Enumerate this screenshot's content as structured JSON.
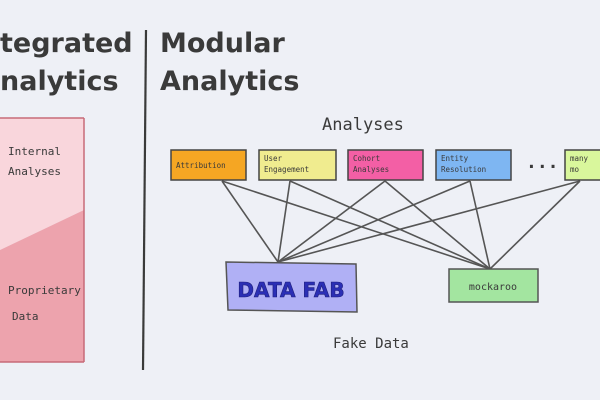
{
  "left_panel": {
    "title_line1": "tegrated",
    "title_line2": "nalytics",
    "upper_label_line1": "Internal",
    "upper_label_line2": "Analyses",
    "lower_label_line1": "Proprietary",
    "lower_label_line2": "Data",
    "colors": {
      "upper": "#f9d6dc",
      "lower": "#eda3ad",
      "border": "#c76b78"
    }
  },
  "right_panel": {
    "title_line1": "Modular",
    "title_line2": "Analytics",
    "analyses_label": "Analyses",
    "ellipsis": "...",
    "analyses": [
      {
        "label_line1": "Attribution",
        "label_line2": "",
        "color": "#f5a623"
      },
      {
        "label_line1": "User",
        "label_line2": "Engagement",
        "color": "#f0ec8f"
      },
      {
        "label_line1": "Cohort",
        "label_line2": "Analyses",
        "color": "#f35fa5"
      },
      {
        "label_line1": "Entity",
        "label_line2": "Resolution",
        "color": "#7eb6f2"
      },
      {
        "label_line1": "many",
        "label_line2": "mo",
        "color": "#d9f79c"
      }
    ],
    "data_sources": [
      {
        "label": "DATA FAB",
        "color": "#b0b0f5"
      },
      {
        "label": "mockaroo",
        "color": "#a3e5a0"
      }
    ],
    "fake_data_label": "Fake Data",
    "colors": {
      "line": "#555555",
      "divider": "#3a3a3a"
    }
  }
}
